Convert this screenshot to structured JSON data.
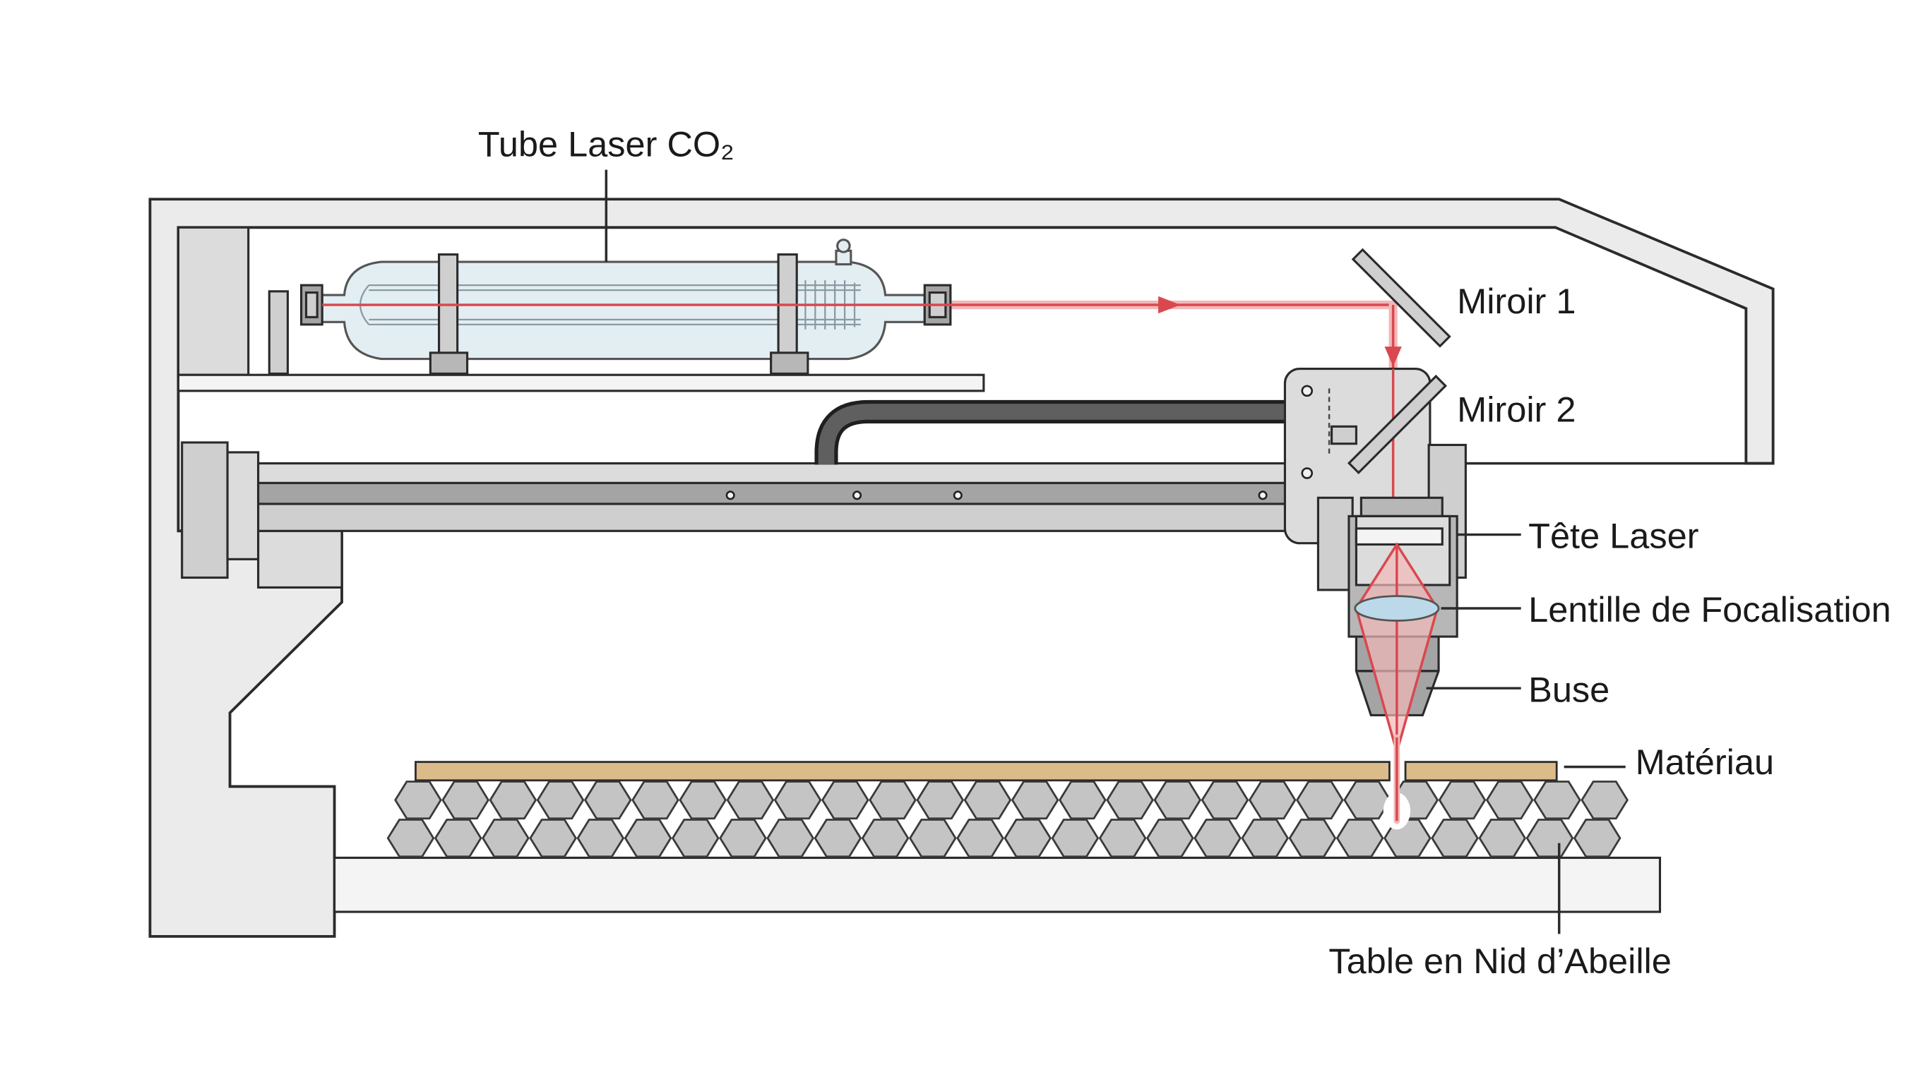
{
  "diagram": {
    "labels": {
      "laser_tube": "Tube Laser CO₂",
      "mirror_1": "Miroir 1",
      "mirror_2": "Miroir 2",
      "laser_head": "Tête Laser",
      "focusing_lens": "Lentille de Focalisation",
      "nozzle": "Buse",
      "material": "Matériau",
      "honeycomb_table": "Table en Nid d’Abeille"
    }
  },
  "colors": {
    "beam": "#d9484f",
    "beam_glow": "#f2b8b8",
    "frame": "#ebebeb",
    "outline": "#2b2b2b",
    "glass": "#e3eef3",
    "wood": "#dcbb8a",
    "lens": "#bcd9ea"
  }
}
